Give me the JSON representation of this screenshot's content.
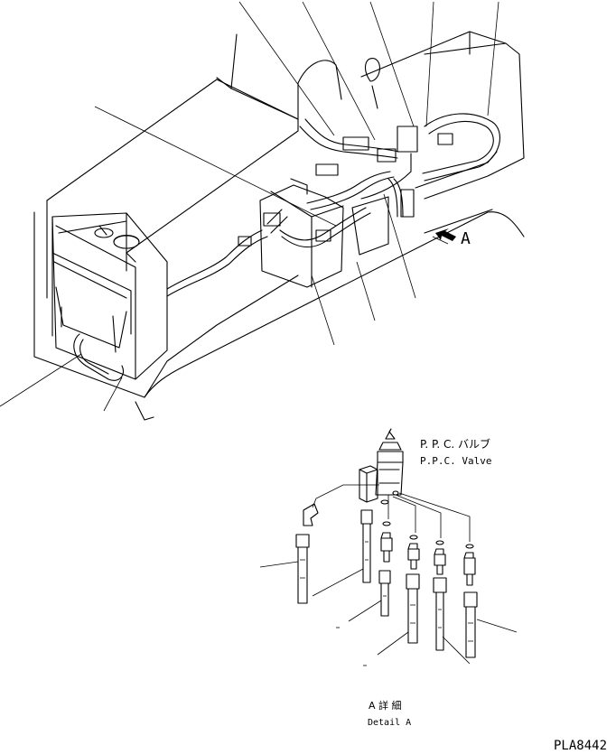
{
  "view_a_label": "A",
  "ppc_valve_jp": "P. P. C. バルブ",
  "ppc_valve_en": "P.P.C. Valve",
  "detail_jp": "A 詳 細",
  "detail_en": "Detail A",
  "drawing_number": "PLA8442"
}
